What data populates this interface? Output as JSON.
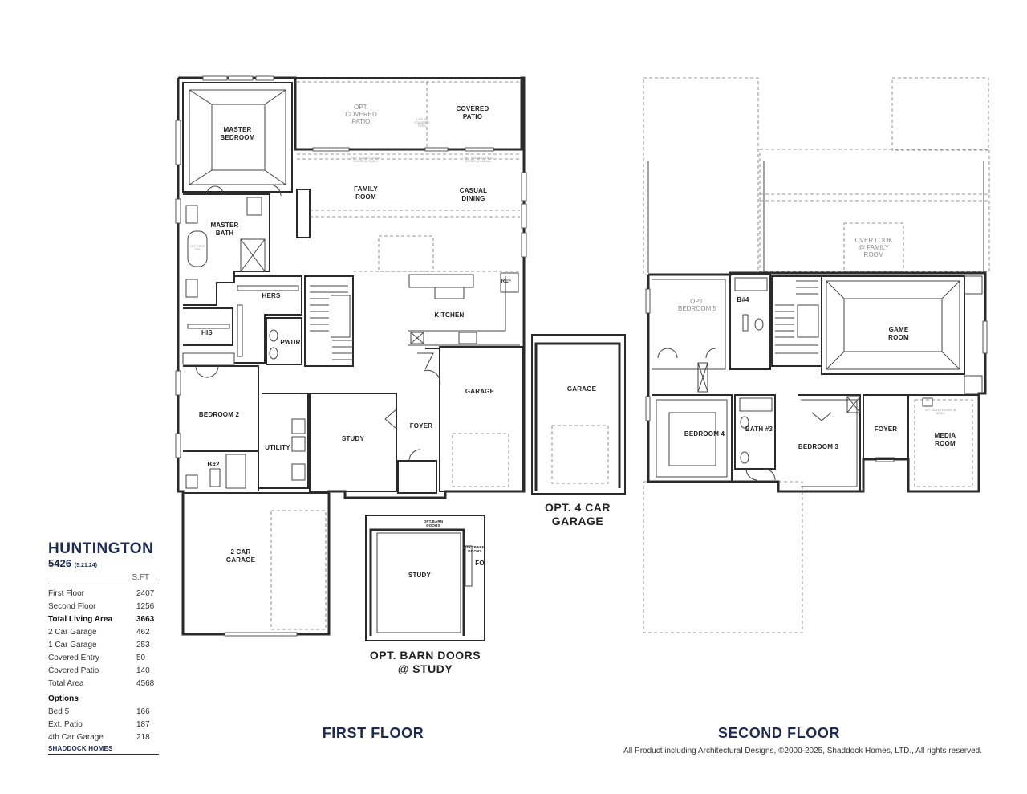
{
  "plan": {
    "name": "HUNTINGTON",
    "number": "5426",
    "date": "(5.21.24)",
    "sqft_header": "S.FT",
    "areas": [
      {
        "label": "First Floor",
        "value": "2407",
        "bold": false
      },
      {
        "label": "Second Floor",
        "value": "1256",
        "bold": false
      },
      {
        "label": "Total Living Area",
        "value": "3663",
        "bold": true
      },
      {
        "label": "2 Car Garage",
        "value": "462",
        "bold": false
      },
      {
        "label": "1 Car Garage",
        "value": "253",
        "bold": false
      },
      {
        "label": "Covered Entry",
        "value": "50",
        "bold": false
      },
      {
        "label": "Covered Patio",
        "value": "140",
        "bold": false
      },
      {
        "label": "Total Area",
        "value": "4568",
        "bold": false
      }
    ],
    "options_title": "Options",
    "options": [
      {
        "label": "Bed 5",
        "value": "166"
      },
      {
        "label": "Ext. Patio",
        "value": "187"
      },
      {
        "label": "4th Car Garage",
        "value": "218"
      }
    ],
    "brand": "SHADDOCK HOMES"
  },
  "floors": {
    "first_title": "FIRST FLOOR",
    "second_title": "SECOND FLOOR",
    "copyright": "All Product including Architectural Designs, ©2000-2025, Shaddock Homes, LTD., All rights reserved."
  },
  "rooms_first": {
    "master_bedroom": [
      "MASTER",
      "BEDROOM"
    ],
    "opt_covered_patio": [
      "OPT.",
      "COVERED",
      "PATIO"
    ],
    "covered_patio": [
      "COVERED",
      "PATIO"
    ],
    "family_room": [
      "FAMILY",
      "ROOM"
    ],
    "casual_dining": [
      "CASUAL",
      "DINING"
    ],
    "master_bath": [
      "MASTER",
      "BATH"
    ],
    "hers": "HERS",
    "his": "HIS",
    "pwdr": "PWDR",
    "kitchen": "KITCHEN",
    "ref": "REF",
    "bedroom_2": "BEDROOM 2",
    "utility": "UTILITY",
    "study": "STUDY",
    "foyer": "FOYER",
    "garage": "GARAGE",
    "b2": "B#2",
    "two_car_garage": [
      "2 CAR",
      "GARAGE"
    ],
    "opt_garage": "GARAGE",
    "opt_4_car": [
      "OPT. 4 CAR",
      "GARAGE"
    ],
    "opt_study": "STUDY",
    "opt_barn_doors": [
      "OPT. BARN DOORS",
      "@ STUDY"
    ],
    "opt_barn_small": [
      "OPT.BARN",
      "DOORS"
    ],
    "fo_partial": "FO",
    "tiny_sliding_1": [
      "OPT. SLIDING GLASS",
      "DOORS @ FAMILY"
    ],
    "tiny_sliding_2": [
      "OPT. SLIDING GLASS",
      "DOORS @ CASUAL"
    ],
    "tiny_line": [
      "LINE OF",
      "STANDARD",
      "PATIO"
    ],
    "tiny_tub": [
      "OPT. FREE",
      "TUB"
    ]
  },
  "rooms_second": {
    "opt_bedroom_5": [
      "OPT.",
      "BEDROOM 5"
    ],
    "b4": "B#4",
    "over_look": [
      "OVER LOOK",
      "@ FAMILY",
      "ROOM"
    ],
    "game_room": [
      "GAME",
      "ROOM"
    ],
    "bedroom_4": "BEDROOM 4",
    "bath_3": "BATH #3",
    "bedroom_3": "BEDROOM 3",
    "foyer": "FOYER",
    "media_room": [
      "MEDIA",
      "ROOM"
    ],
    "tiny_media": [
      "OPT. GLASS DOORS @",
      "MEDIA"
    ]
  }
}
